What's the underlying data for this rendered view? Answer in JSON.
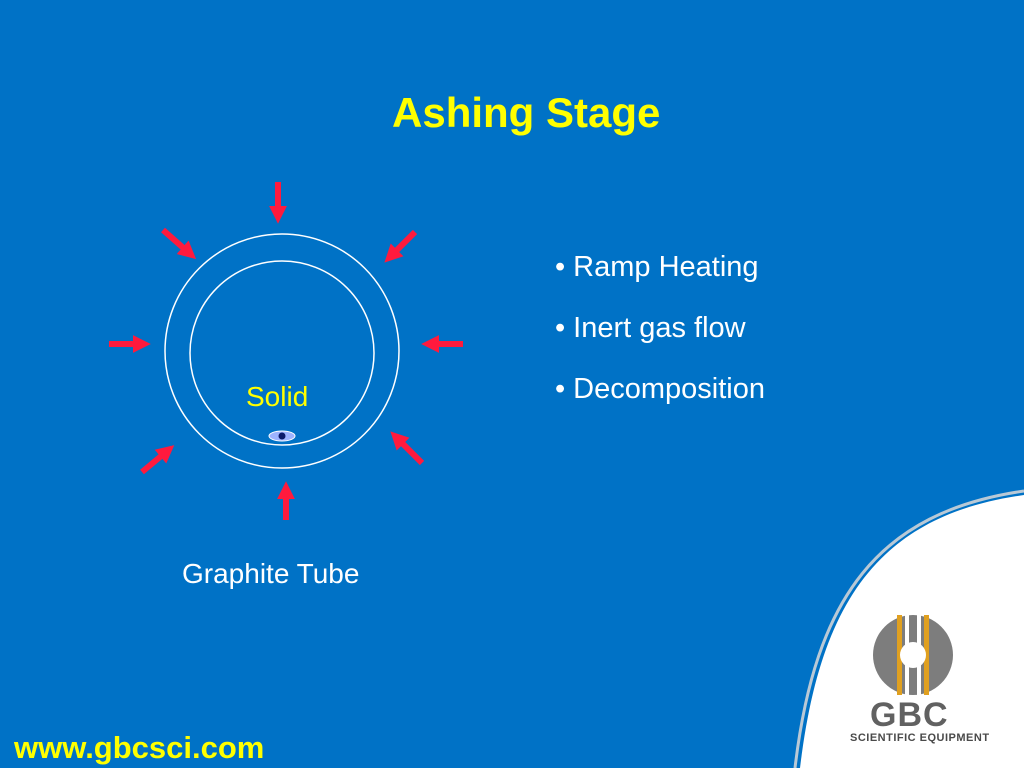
{
  "slide": {
    "title": "Ashing Stage",
    "sample_label": "Solid",
    "tube_label": "Graphite Tube",
    "bullets": [
      "Ramp Heating",
      "Inert gas flow",
      "Decomposition"
    ],
    "website": "www.gbcsci.com"
  },
  "logo": {
    "name": "GBC",
    "tagline": "SCIENTIFIC EQUIPMENT"
  },
  "colors": {
    "background": "#0072c6",
    "title": "#ffff00",
    "arrows": "#ff1a3d",
    "tube_outline": "#ffffff",
    "logo_panel": "#ffffff",
    "logo_gray": "#7d7d7d"
  },
  "icons": {
    "heat_arrows": "red arrows pointing inward",
    "sample_droplet": "blue ellipse with dark dot",
    "logo_mark": "striped circle"
  }
}
